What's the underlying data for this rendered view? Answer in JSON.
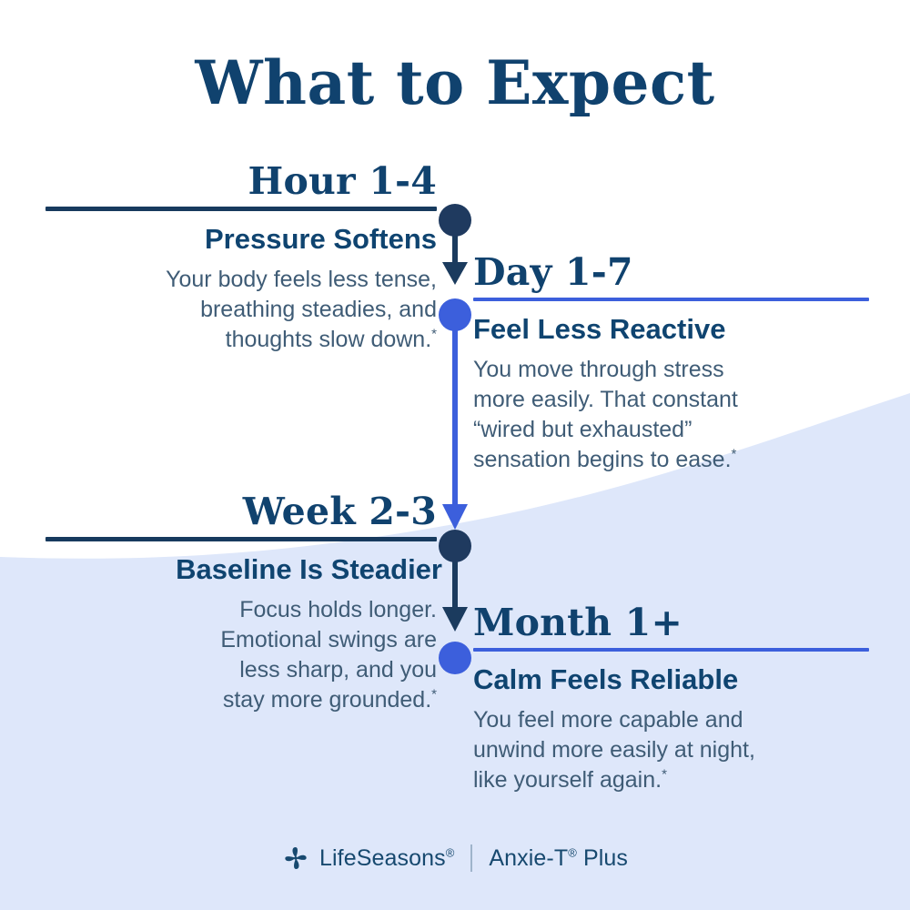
{
  "title": "What to Expect",
  "colors": {
    "navy": "#173A5E",
    "title_navy": "#10426E",
    "royal_blue": "#3C5FDC",
    "body_text": "#3F5C76",
    "wave_background": "#DEE7FA",
    "page_background": "#FFFFFF",
    "footer_divider": "#9FB4CB"
  },
  "timeline": {
    "stages": [
      {
        "id": "hour",
        "era": "Hour 1-4",
        "heading": "Pressure Softens",
        "body": "Your body feels less tense,\nbreathing steadies, and\nthoughts slow down.",
        "footnote": "*",
        "align": "right",
        "accent": "navy",
        "dot_color": "#173A5E"
      },
      {
        "id": "day",
        "era": "Day 1-7",
        "heading": "Feel Less Reactive",
        "body": "You move through stress\nmore easily. That constant\n“wired but exhausted”\nsensation begins to ease.",
        "footnote": "*",
        "align": "left",
        "accent": "royal_blue",
        "dot_color": "#3C5FDC"
      },
      {
        "id": "week",
        "era": "Week 2-3",
        "heading": "Baseline Is Steadier",
        "body": "Focus holds longer.\nEmotional swings are\nless sharp, and you\nstay more grounded.",
        "footnote": "*",
        "align": "right",
        "accent": "navy",
        "dot_color": "#173A5E"
      },
      {
        "id": "month",
        "era": "Month 1+",
        "heading": "Calm Feels Reliable",
        "body": "You feel more capable and\nunwind more easily at night,\nlike yourself again.",
        "footnote": "*",
        "align": "left",
        "accent": "royal_blue",
        "dot_color": "#3C5FDC"
      }
    ]
  },
  "footer": {
    "logo_icon": "lifeseasons-pinwheel-icon",
    "brand": "LifeSeasons",
    "brand_mark": "®",
    "separator": "|",
    "product": "Anxie-T",
    "product_mark": "®",
    "product_suffix": " Plus"
  }
}
